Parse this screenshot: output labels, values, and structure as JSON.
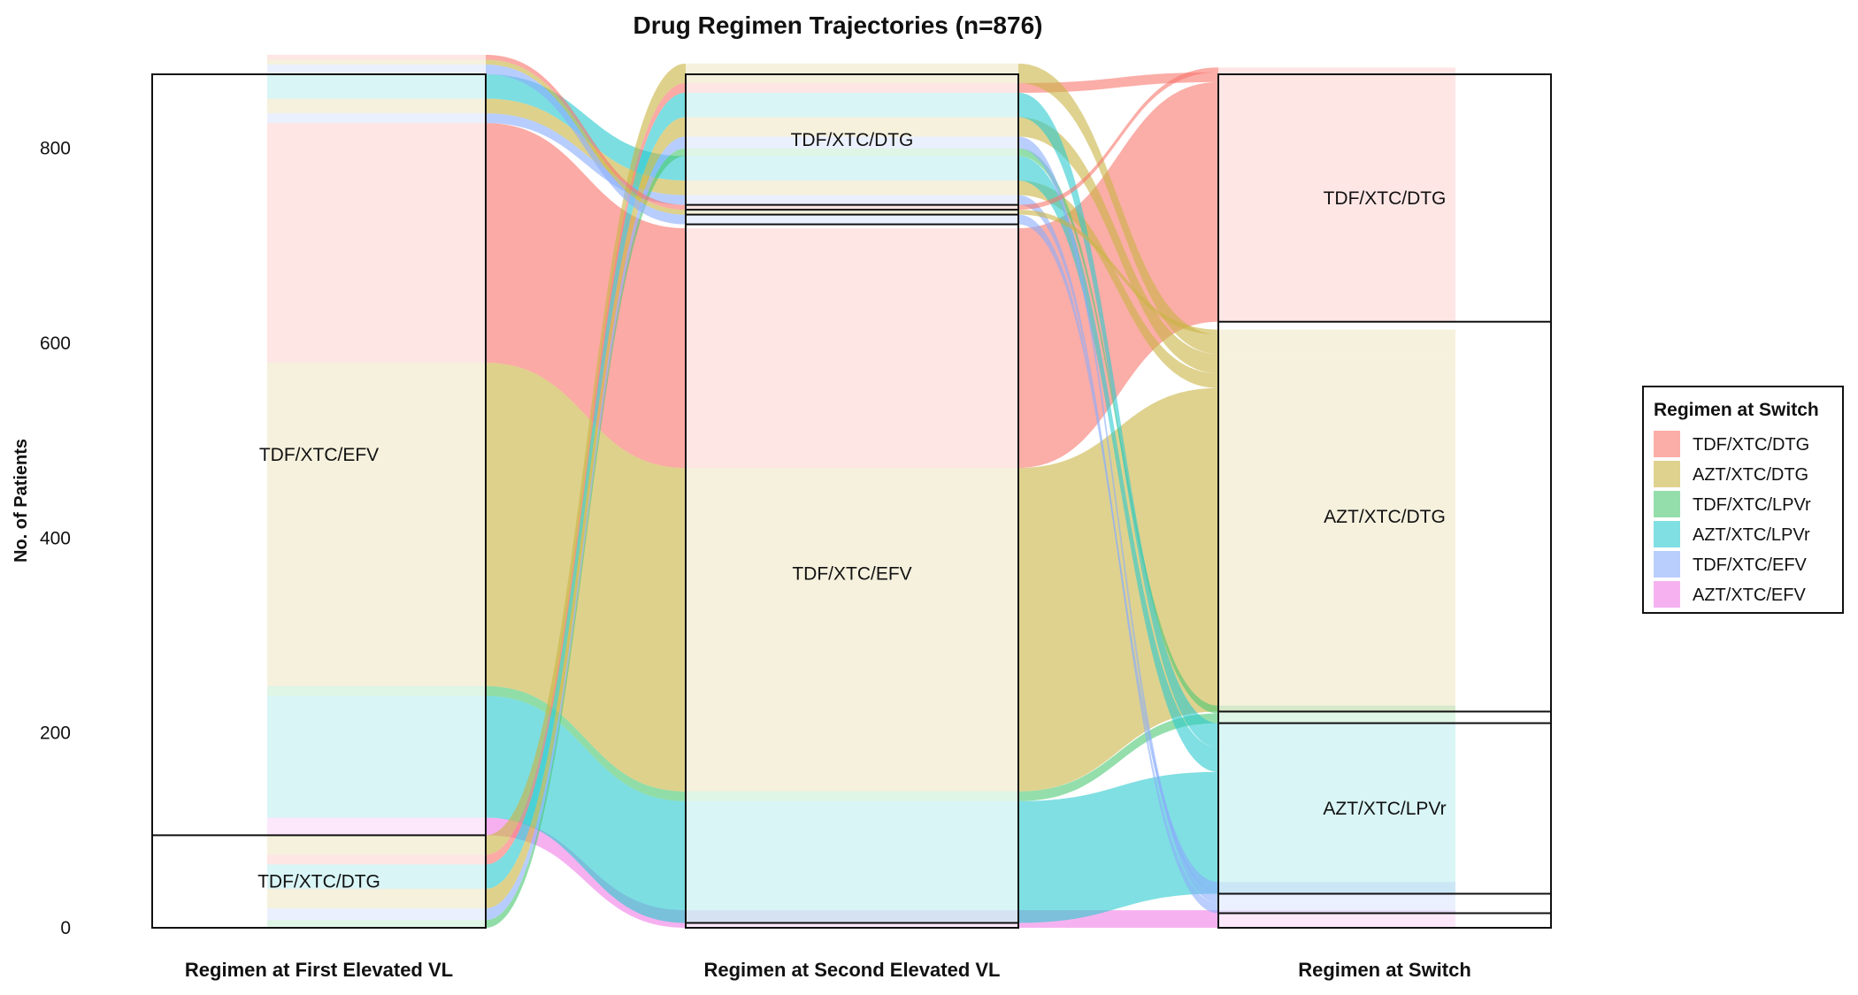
{
  "chart_data": {
    "type": "alluvial",
    "title": "Drug Regimen Trajectories (n=876)",
    "ylabel": "No. of Patients",
    "ylim": [
      0,
      876
    ],
    "yticks": [
      0,
      200,
      400,
      600,
      800
    ],
    "axes": [
      "Regimen at First Elevated VL",
      "Regimen at Second Elevated VL",
      "Regimen at Switch"
    ],
    "legend": {
      "title": "Regimen at Switch",
      "position": "right",
      "items": [
        {
          "label": "TDF/XTC/DTG",
          "color": "#f8766d"
        },
        {
          "label": "AZT/XTC/DTG",
          "color": "#c9b444"
        },
        {
          "label": "TDF/XTC/LPVr",
          "color": "#4cc873"
        },
        {
          "label": "AZT/XTC/LPVr",
          "color": "#2cc9ce"
        },
        {
          "label": "TDF/XTC/EFV",
          "color": "#8aaefc"
        },
        {
          "label": "AZT/XTC/EFV",
          "color": "#f07fe6"
        }
      ]
    },
    "strata": [
      [
        {
          "label": "TDF/XTC/DTG",
          "value": 95
        },
        {
          "label": "TDF/XTC/EFV",
          "value": 781
        }
      ],
      [
        {
          "label": "",
          "value": 5
        },
        {
          "label": "TDF/XTC/EFV",
          "value": 717
        },
        {
          "label": "",
          "value": 10
        },
        {
          "label": "",
          "value": 5
        },
        {
          "label": "",
          "value": 5
        },
        {
          "label": "TDF/XTC/DTG",
          "value": 134
        }
      ],
      [
        {
          "label": "",
          "value": 15
        },
        {
          "label": "",
          "value": 20
        },
        {
          "label": "AZT/XTC/LPVr",
          "value": 175
        },
        {
          "label": "",
          "value": 12
        },
        {
          "label": "AZT/XTC/DTG",
          "value": 400
        },
        {
          "label": "TDF/XTC/DTG",
          "value": 254
        }
      ]
    ],
    "flows": [
      {
        "from": 1,
        "to": 0,
        "color": "AZT/XTC/EFV",
        "value": 18
      },
      {
        "from": 1,
        "to": 1,
        "color": "AZT/XTC/LPVr",
        "value": 125
      },
      {
        "from": 1,
        "to": 1,
        "color": "TDF/XTC/LPVr",
        "value": 10
      },
      {
        "from": 1,
        "to": 1,
        "color": "AZT/XTC/DTG",
        "value": 332
      },
      {
        "from": 1,
        "to": 1,
        "color": "TDF/XTC/DTG",
        "value": 246
      },
      {
        "from": 1,
        "to": 5,
        "color": "TDF/XTC/EFV",
        "value": 10
      },
      {
        "from": 1,
        "to": 5,
        "color": "AZT/XTC/DTG",
        "value": 15
      },
      {
        "from": 1,
        "to": 5,
        "color": "AZT/XTC/LPVr",
        "value": 25
      },
      {
        "from": 0,
        "to": 5,
        "color": "TDF/XTC/LPVr",
        "value": 8
      },
      {
        "from": 0,
        "to": 5,
        "color": "TDF/XTC/EFV",
        "value": 12
      },
      {
        "from": 0,
        "to": 5,
        "color": "AZT/XTC/DTG",
        "value": 20
      },
      {
        "from": 0,
        "to": 5,
        "color": "AZT/XTC/LPVr",
        "value": 25
      },
      {
        "from": 0,
        "to": 5,
        "color": "TDF/XTC/DTG",
        "value": 10
      },
      {
        "from": 0,
        "to": 5,
        "color": "AZT/XTC/DTG",
        "value": 20
      },
      {
        "from": 1,
        "to": 2,
        "color": "TDF/XTC/EFV",
        "value": 10
      },
      {
        "from": 1,
        "to": 3,
        "color": "AZT/XTC/DTG",
        "value": 5
      },
      {
        "from": 1,
        "to": 4,
        "color": "TDF/XTC/DTG",
        "value": 5
      },
      {
        "from": 0,
        "to": 5,
        "color": "TDF/XTC/EFV",
        "value": 0
      }
    ]
  }
}
